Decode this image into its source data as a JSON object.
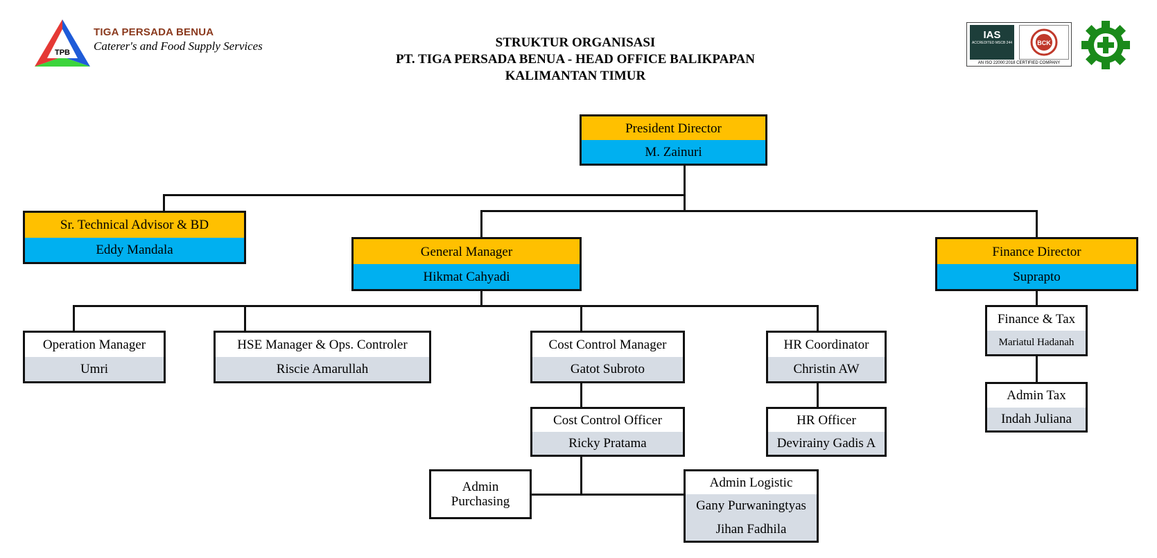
{
  "header": {
    "brand_name": "TIGA PERSADA BENUA",
    "brand_tagline": "Caterer's and Food Supply Services",
    "logo_text": "TPB",
    "title_line1": "STRUKTUR ORGANISASI",
    "title_line2": "PT. TIGA PERSADA BENUA - HEAD OFFICE BALIKPAPAN",
    "title_line3": "KALIMANTAN TIMUR",
    "cert_ias": "IAS",
    "cert_ias_sub": "ACCREDITED MSCB 244",
    "cert_bck": "BCK",
    "cert_caption": "AN ISO 22000:2018 CERTIFIED COMPANY"
  },
  "colors": {
    "role_highlight": "#FFC000",
    "name_highlight": "#00B0F0",
    "name_gray": "#D6DCE4",
    "safety_green": "#1A8A1A"
  },
  "org": {
    "president": {
      "role": "President Director",
      "name": "M. Zainuri"
    },
    "advisor": {
      "role": "Sr. Technical Advisor & BD",
      "name": "Eddy Mandala"
    },
    "gm": {
      "role": "General Manager",
      "name": "Hikmat Cahyadi"
    },
    "finance_director": {
      "role": "Finance Director",
      "name": "Suprapto"
    },
    "operation_manager": {
      "role": "Operation Manager",
      "name": "Umri"
    },
    "hse_manager": {
      "role": "HSE Manager & Ops. Controler",
      "name": "Riscie Amarullah"
    },
    "cost_control_manager": {
      "role": "Cost Control Manager",
      "name": "Gatot Subroto"
    },
    "hr_coordinator": {
      "role": "HR Coordinator",
      "name": "Christin AW"
    },
    "finance_tax": {
      "role": "Finance & Tax",
      "name": "Mariatul Hadanah"
    },
    "cost_control_officer": {
      "role": "Cost Control Officer",
      "name": "Ricky Pratama"
    },
    "hr_officer": {
      "role": "HR Officer",
      "name": "Devirainy Gadis A"
    },
    "admin_tax": {
      "role": "Admin Tax",
      "name": "Indah Juliana"
    },
    "admin_purchasing": {
      "role_line1": "Admin",
      "role_line2": "Purchasing"
    },
    "admin_logistic": {
      "role": "Admin Logistic",
      "name1": "Gany Purwaningtyas",
      "name2": "Jihan Fadhila"
    }
  }
}
